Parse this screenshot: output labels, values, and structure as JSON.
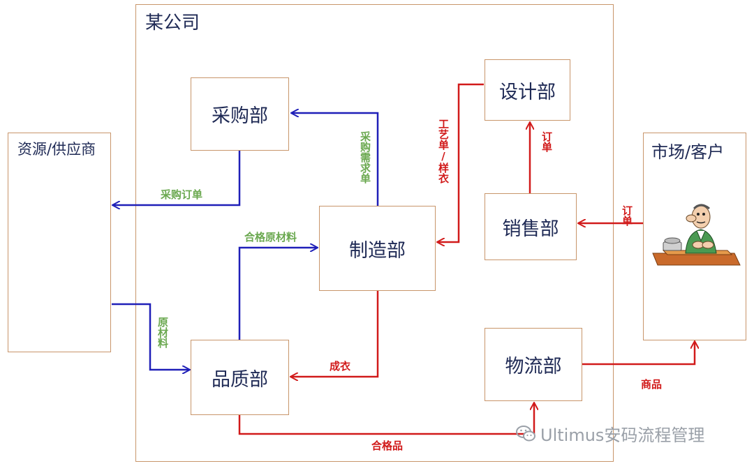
{
  "company": {
    "title": "某公司"
  },
  "external": {
    "supplier": "资源/供应商",
    "market": "市场/客户"
  },
  "departments": {
    "purchasing": "采购部",
    "design": "设计部",
    "manufacturing": "制造部",
    "sales": "销售部",
    "quality": "品质部",
    "logistics": "物流部"
  },
  "flows": {
    "purchase_order": "采购订单",
    "purchase_demand": "采购需求单",
    "process_sample": "工艺单/样衣",
    "order_design": "订单",
    "order_market": "订单",
    "qualified_material": "合格原材料",
    "raw_material": "原材料",
    "finished_garment": "成衣",
    "qualified_product": "合格品",
    "goods": "商品"
  },
  "watermark": "Ultimus安码流程管理",
  "colors": {
    "blue_flow": "#1f1fb8",
    "red_flow": "#d11a1a",
    "green_label": "#6aa84f",
    "box_border": "#c8956a",
    "box_text": "#1f2a55"
  }
}
